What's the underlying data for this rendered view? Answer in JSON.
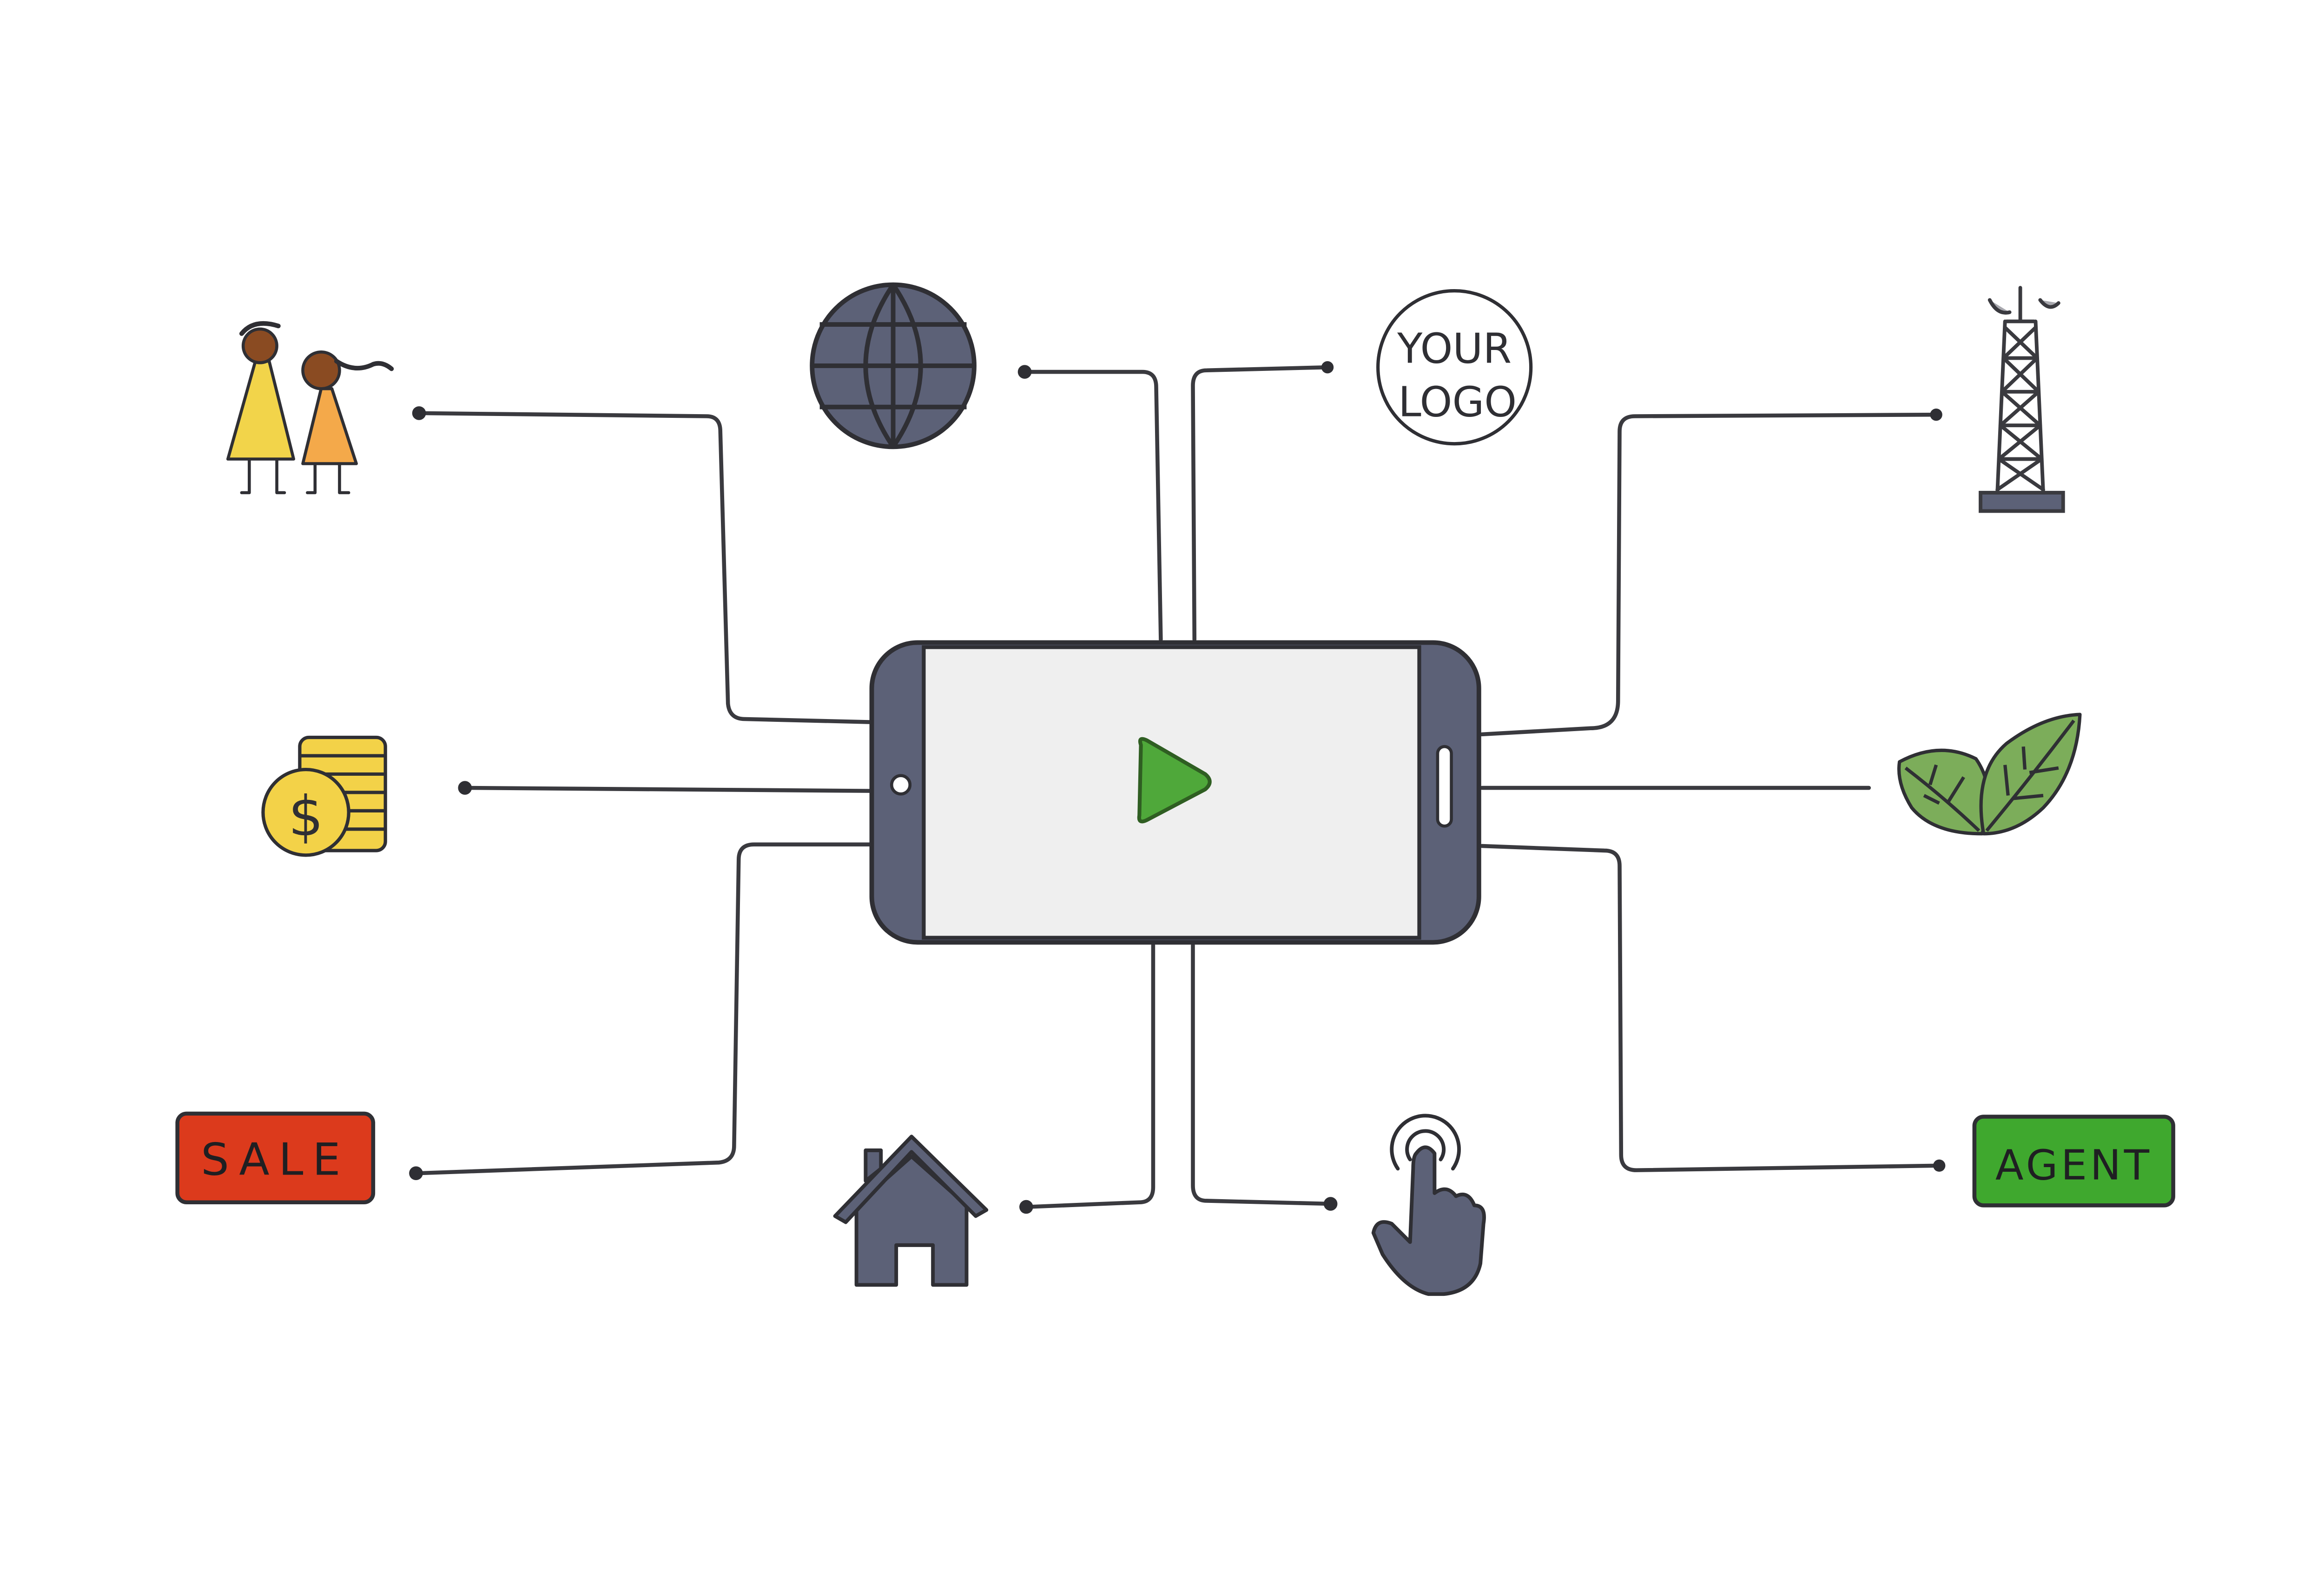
{
  "colors": {
    "background": "#ffffff",
    "line": "#3a3a3f",
    "slate": "#5c6177",
    "slate_dark": "#3f4356",
    "screen": "#efefef",
    "play": "#4fa83a",
    "sale": "#dc3a1c",
    "agent": "#3fa82e",
    "coin": "#f3d248",
    "leaf": "#7cad5a",
    "person_a": "#f2d44a",
    "person_b": "#f4a94a",
    "skin": "#8a4b22"
  },
  "center": {
    "name": "smartphone",
    "icon": "play-icon"
  },
  "nodes": {
    "people": {
      "icon": "people-icon"
    },
    "money": {
      "icon": "coins-icon"
    },
    "sale": {
      "icon": "sale-tag-icon",
      "label": "SALE"
    },
    "globe": {
      "icon": "globe-icon"
    },
    "logo": {
      "icon": "logo-badge-icon",
      "line1": "YOUR",
      "line2": "LOGO"
    },
    "tower": {
      "icon": "radio-tower-icon"
    },
    "leaves": {
      "icon": "leaves-icon"
    },
    "agent": {
      "icon": "agent-tag-icon",
      "label": "AGENT"
    },
    "home": {
      "icon": "home-icon"
    },
    "touch": {
      "icon": "tap-hand-icon"
    }
  }
}
